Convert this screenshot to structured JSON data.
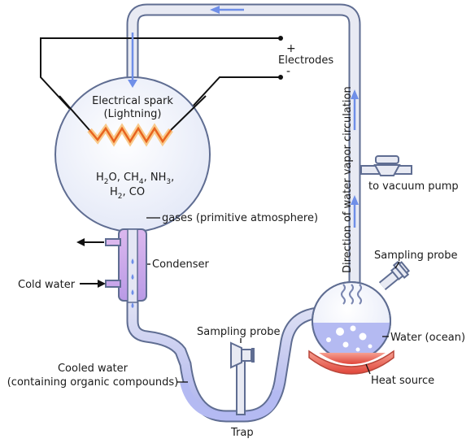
{
  "labels": {
    "spark_line1": "Electrical spark",
    "spark_line2": "(Lightning)",
    "electrodes": "Electrodes",
    "plus": "+",
    "minus": "-",
    "gas_h2o_a": "H",
    "gas_h2o_sub": "2",
    "gas_h2o_b": "O, CH",
    "gas_ch4_sub": "4",
    "gas_nh3_a": ", NH",
    "gas_nh3_sub": "3",
    "gas_nh3_b": ",",
    "gas_h2_a": "H",
    "gas_h2_sub": "2",
    "gas_h2_b": ", CO",
    "gases": "gases (primitive atmosphere)",
    "condenser": "Condenser",
    "cold_water": "Cold water",
    "vapor_direction": "Direction of water vapor circulation",
    "vacuum_pump": "to vacuum pump",
    "sampling_probe_right": "Sampling probe",
    "sampling_probe_left": "Sampling probe",
    "water_ocean": "Water (ocean)",
    "heat_source": "Heat source",
    "cooled_water_line1": "Cooled water",
    "cooled_water_line2": "(containing organic compounds)",
    "trap": "Trap"
  },
  "colors": {
    "tube_fill": "#e8eaf3",
    "tube_stroke": "#6f7da0",
    "flow_arrow": "#6f8fe8",
    "liquid": "#b4baf2",
    "condenser": "#c7a0e8",
    "spark": "#f07e2c",
    "heat": "#e25a4a",
    "flask_fill": "#edf0fb"
  }
}
